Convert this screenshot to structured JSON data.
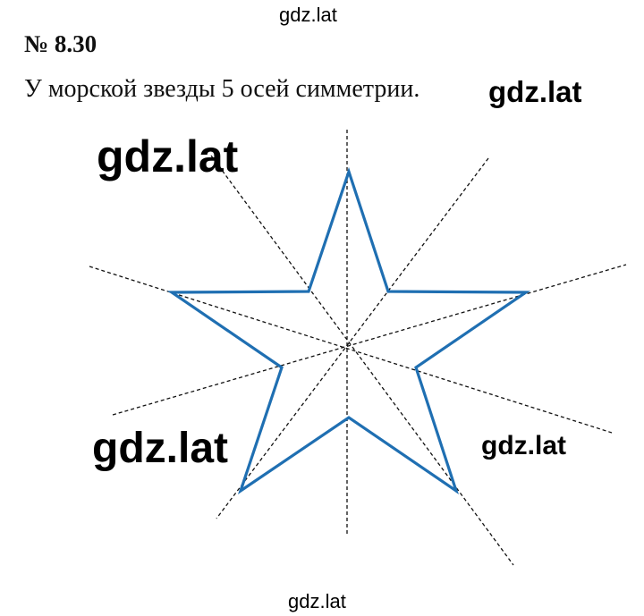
{
  "watermarks": {
    "top": "gdz.lat",
    "bottom": "gdz.lat",
    "right_of_text": "gdz.lat",
    "star_top_left": "gdz.lat",
    "star_bottom_left": "gdz.lat",
    "star_bottom_right": "gdz.lat"
  },
  "task": {
    "number": "№ 8.30",
    "text": "У морской звезды 5 осей симметрии."
  },
  "figure": {
    "star_color": "#1f6fb2",
    "axis_color": "#111111",
    "axes_count": 5
  }
}
